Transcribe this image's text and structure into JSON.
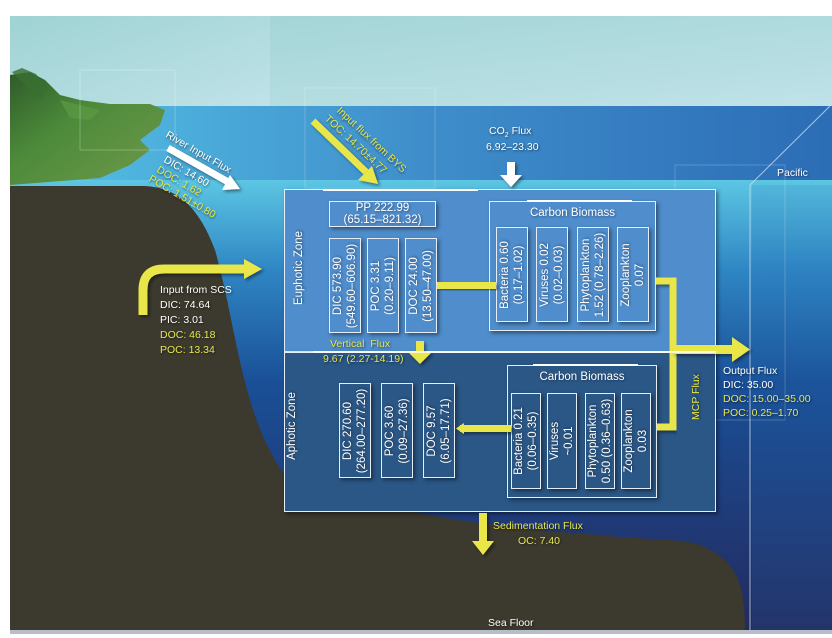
{
  "diagram": {
    "title_regions": {
      "pacific": "Pacific",
      "sea_floor": "Sea Floor"
    },
    "colors": {
      "sky": "#a9d9d9",
      "surface_water": "#4fb8de",
      "euphotic_zone": "#4d8ccb",
      "aphotic_zone": "#2a5585",
      "deep_water": "#1f2d6a",
      "land": "#3c3a2e",
      "flux_yellow": "#e8e64a",
      "flux_white": "#ffffff"
    },
    "inputs": {
      "river": {
        "title": "River Input Flux",
        "lines": [
          {
            "text": "DIC: 14.60",
            "color": "white"
          },
          {
            "text": "DOC: 1.62",
            "color": "yellow"
          },
          {
            "text": "POC: 1.51±0.80",
            "color": "yellow"
          }
        ]
      },
      "bys": {
        "title": "Input flux from BYS",
        "line": "TOC: 14.70±4.77"
      },
      "co2": {
        "title": "CO",
        "subscript": "2",
        "title_suffix": " Flux",
        "value": "6.92–23.30"
      },
      "scs": {
        "title": "Input from SCS",
        "lines": [
          {
            "text": "DIC: 74.64",
            "color": "white"
          },
          {
            "text": "PIC: 3.01",
            "color": "white"
          },
          {
            "text": "DOC: 46.18",
            "color": "yellow"
          },
          {
            "text": "POC: 13.34",
            "color": "yellow"
          }
        ]
      }
    },
    "euphotic": {
      "zone_label": "Euphotic Zone",
      "pp": {
        "line1": "PP 222.99",
        "line2": "(65.15–821.32)"
      },
      "pools": [
        {
          "line1": "DIC 573.90",
          "line2": "(549.60–606.90)"
        },
        {
          "line1": "POC 3.31",
          "line2": "(0.20–9.11)"
        },
        {
          "line1": "DOC 24.00",
          "line2": "(13.50–47.00)"
        }
      ],
      "biomass": {
        "title": "Carbon Biomass",
        "items": [
          {
            "line1": "Bacteria 0.60",
            "line2": "(0.17–1.02)"
          },
          {
            "line1": "Viruses 0.02",
            "line2": "(0.02–0.03)"
          },
          {
            "line1": "Phytoplankton",
            "line2": "1.52 (0.78–2.26)"
          },
          {
            "line1": "Zooplankton",
            "line2": "0.07"
          }
        ]
      }
    },
    "vertical_flux": {
      "title": "Vertical  Flux",
      "value": "9.67 (2.27-14.19)"
    },
    "aphotic": {
      "zone_label": "Aphotic Zone",
      "pools": [
        {
          "line1": "DIC 270.60",
          "line2": "(264.00–277.20)"
        },
        {
          "line1": "POC 3.60",
          "line2": "(0.09–27.36)"
        },
        {
          "line1": "DOC 9.57",
          "line2": "(6.05–17.71)"
        }
      ],
      "biomass": {
        "title": "Carbon Biomass",
        "items": [
          {
            "line1": "Bacteria 0.21",
            "line2": "(0.06–0.35)"
          },
          {
            "line1": "Viruses",
            "line2": "~0.01"
          },
          {
            "line1": "Phytoplankton",
            "line2": "0.50 (0.36–0.63)"
          },
          {
            "line1": "Zooplankton",
            "line2": "0.03"
          }
        ]
      }
    },
    "mcp_flux": {
      "label": "MCP Flux"
    },
    "output": {
      "title": "Output Flux",
      "lines": [
        {
          "text": "DIC: 35.00",
          "color": "white"
        },
        {
          "text": "DOC: 15.00–35.00",
          "color": "yellow"
        },
        {
          "text": "POC: 0.25–1.70",
          "color": "yellow"
        }
      ]
    },
    "sedimentation": {
      "title": "Sedimentation Flux",
      "value": "OC: 7.40"
    }
  }
}
